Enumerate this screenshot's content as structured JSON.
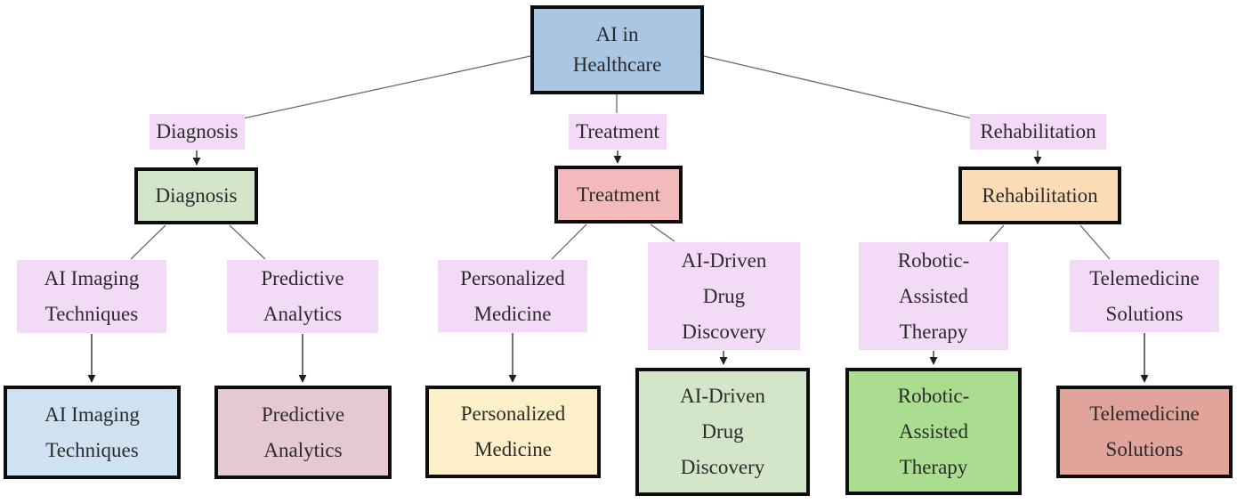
{
  "palette": {
    "edge_label_bg": "#f3daf7",
    "plain_line_color": "#6a6a6a",
    "arrow_color": "#1f1f1f",
    "node_border_color": "#0d0d0d",
    "text_color": "#2b2b2b",
    "background": "#ffffff"
  },
  "root": {
    "name": "AI in Healthcare",
    "lines": [
      "AI in",
      "Healthcare"
    ],
    "fill": "#a9c7e2"
  },
  "branches": [
    {
      "edge_label": "Diagnosis",
      "node": {
        "name": "Diagnosis",
        "fill": "#d3e6c9"
      },
      "children": [
        {
          "edge_label_lines": [
            "AI Imaging",
            "Techniques"
          ],
          "leaf": {
            "name": "AI Imaging Techniques",
            "lines": [
              "AI Imaging",
              "Techniques"
            ],
            "fill": "#cfe2f1"
          }
        },
        {
          "edge_label_lines": [
            "Predictive",
            "Analytics"
          ],
          "leaf": {
            "name": "Predictive Analytics",
            "lines": [
              "Predictive",
              "Analytics"
            ],
            "fill": "#e5c8d2"
          }
        }
      ]
    },
    {
      "edge_label": "Treatment",
      "node": {
        "name": "Treatment",
        "fill": "#f2baba"
      },
      "children": [
        {
          "edge_label_lines": [
            "Personalized",
            "Medicine"
          ],
          "leaf": {
            "name": "Personalized Medicine",
            "lines": [
              "Personalized",
              "Medicine"
            ],
            "fill": "#fdf0c8"
          }
        },
        {
          "edge_label_lines": [
            "AI-Driven",
            "Drug",
            "Discovery"
          ],
          "leaf": {
            "name": "AI-Driven Drug Discovery",
            "lines": [
              "AI-Driven",
              "Drug",
              "Discovery"
            ],
            "fill": "#d3e6c9"
          }
        }
      ]
    },
    {
      "edge_label": "Rehabilitation",
      "node": {
        "name": "Rehabilitation",
        "fill": "#fbdcb7"
      },
      "children": [
        {
          "edge_label_lines": [
            "Robotic-",
            "Assisted",
            "Therapy"
          ],
          "leaf": {
            "name": "Robotic-Assisted Therapy",
            "lines": [
              "Robotic-",
              "Assisted",
              "Therapy"
            ],
            "fill": "#aadd90"
          }
        },
        {
          "edge_label_lines": [
            "Telemedicine",
            "Solutions"
          ],
          "leaf": {
            "name": "Telemedicine Solutions",
            "lines": [
              "Telemedicine",
              "Solutions"
            ],
            "fill": "#e0a49a"
          }
        }
      ]
    }
  ]
}
